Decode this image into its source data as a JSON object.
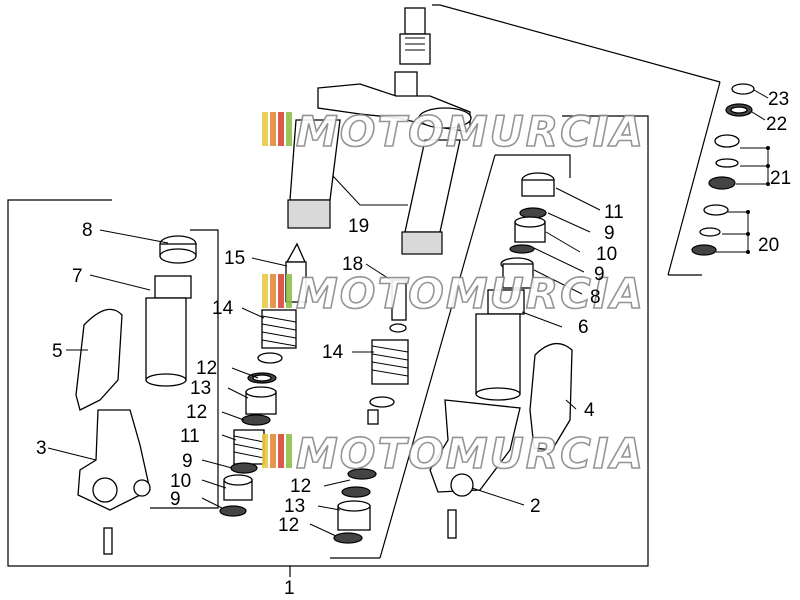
{
  "callouts": [
    {
      "id": "c1",
      "text": "1"
    },
    {
      "id": "c2",
      "text": "2"
    },
    {
      "id": "c3",
      "text": "3"
    },
    {
      "id": "c4",
      "text": "4"
    },
    {
      "id": "c5",
      "text": "5"
    },
    {
      "id": "c6",
      "text": "6"
    },
    {
      "id": "c7",
      "text": "7"
    },
    {
      "id": "c8a",
      "text": "8"
    },
    {
      "id": "c8b",
      "text": "8"
    },
    {
      "id": "c9a",
      "text": "9"
    },
    {
      "id": "c9b",
      "text": "9"
    },
    {
      "id": "c9c",
      "text": "9"
    },
    {
      "id": "c9d",
      "text": "9"
    },
    {
      "id": "c10a",
      "text": "10"
    },
    {
      "id": "c10b",
      "text": "10"
    },
    {
      "id": "c11a",
      "text": "11"
    },
    {
      "id": "c11b",
      "text": "11"
    },
    {
      "id": "c12a",
      "text": "12"
    },
    {
      "id": "c12b",
      "text": "12"
    },
    {
      "id": "c12c",
      "text": "12"
    },
    {
      "id": "c12d",
      "text": "12"
    },
    {
      "id": "c13a",
      "text": "13"
    },
    {
      "id": "c13b",
      "text": "13"
    },
    {
      "id": "c14a",
      "text": "14"
    },
    {
      "id": "c14b",
      "text": "14"
    },
    {
      "id": "c15",
      "text": "15"
    },
    {
      "id": "c18",
      "text": "18"
    },
    {
      "id": "c19",
      "text": "19"
    },
    {
      "id": "c20",
      "text": "20"
    },
    {
      "id": "c21",
      "text": "21"
    },
    {
      "id": "c22",
      "text": "22"
    },
    {
      "id": "c23",
      "text": "23"
    }
  ],
  "watermark": {
    "text": "MOTOMURCIA",
    "colors": [
      "#e8c948",
      "#e58b3a",
      "#d94a3a",
      "#8fbf4a"
    ]
  }
}
